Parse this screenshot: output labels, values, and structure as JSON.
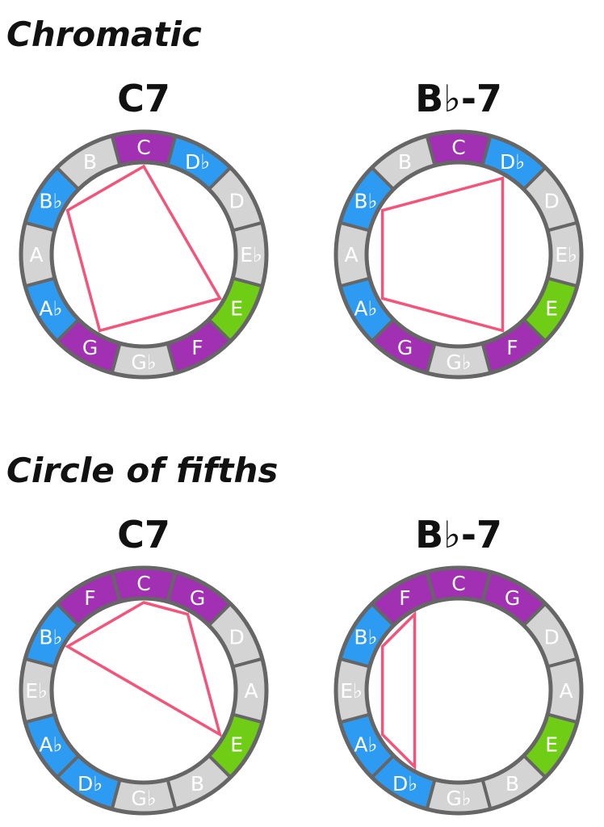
{
  "sections": [
    {
      "title": "Chromatic",
      "notes": [
        "C",
        "D♭",
        "D",
        "E♭",
        "E",
        "F",
        "G♭",
        "G",
        "A♭",
        "A",
        "B♭",
        "B"
      ],
      "colors": [
        "#a130b3",
        "#2e9bf3",
        "#d4d4d4",
        "#d4d4d4",
        "#6fcd15",
        "#a130b3",
        "#d4d4d4",
        "#a130b3",
        "#2e9bf3",
        "#d4d4d4",
        "#2e9bf3",
        "#d4d4d4"
      ],
      "wheels": [
        {
          "title": "C7",
          "polygon": [
            "C",
            "E",
            "G",
            "B♭"
          ]
        },
        {
          "title": "B♭-7",
          "polygon": [
            "D♭",
            "F",
            "A♭",
            "B♭"
          ]
        }
      ]
    },
    {
      "title": "Circle of fifths",
      "notes": [
        "C",
        "G",
        "D",
        "A",
        "E",
        "B",
        "G♭",
        "D♭",
        "A♭",
        "E♭",
        "B♭",
        "F"
      ],
      "colors": [
        "#a130b3",
        "#a130b3",
        "#d4d4d4",
        "#d4d4d4",
        "#6fcd15",
        "#d4d4d4",
        "#d4d4d4",
        "#2e9bf3",
        "#2e9bf3",
        "#d4d4d4",
        "#2e9bf3",
        "#a130b3"
      ],
      "wheels": [
        {
          "title": "C7",
          "polygon": [
            "C",
            "G",
            "E",
            "B♭"
          ]
        },
        {
          "title": "B♭-7",
          "polygon": [
            "F",
            "D♭",
            "A♭",
            "B♭"
          ]
        }
      ]
    }
  ],
  "style": {
    "outline": "#666666",
    "polygon": "#f2557a",
    "label": "#ffffff"
  }
}
